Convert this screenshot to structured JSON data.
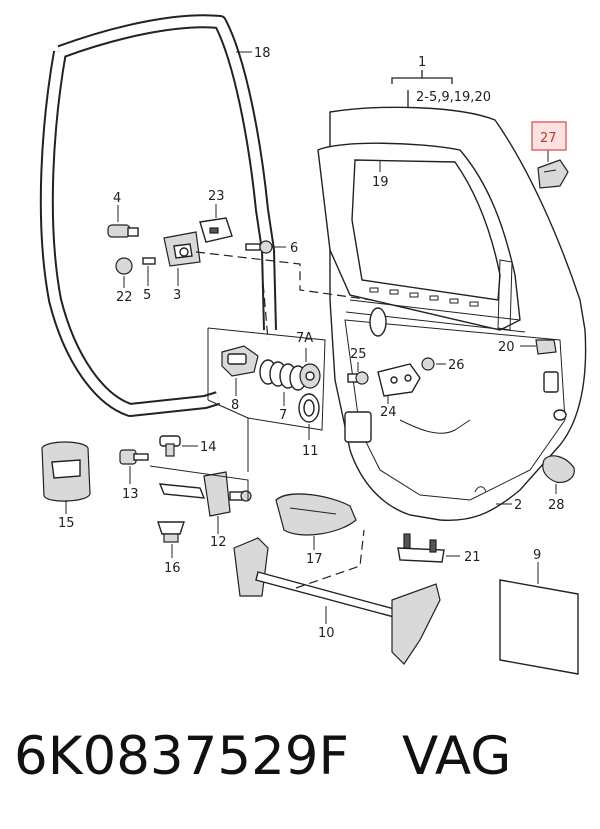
{
  "diagram": {
    "callouts": [
      {
        "id": "1",
        "text": "1"
      },
      {
        "id": "1-sub",
        "text": "2-5,9,19,20"
      },
      {
        "id": "2",
        "text": "2"
      },
      {
        "id": "3",
        "text": "3"
      },
      {
        "id": "4",
        "text": "4"
      },
      {
        "id": "5",
        "text": "5"
      },
      {
        "id": "6",
        "text": "6"
      },
      {
        "id": "7",
        "text": "7"
      },
      {
        "id": "7A",
        "text": "7A"
      },
      {
        "id": "8",
        "text": "8"
      },
      {
        "id": "9",
        "text": "9"
      },
      {
        "id": "10",
        "text": "10"
      },
      {
        "id": "11",
        "text": "11"
      },
      {
        "id": "12",
        "text": "12"
      },
      {
        "id": "13",
        "text": "13"
      },
      {
        "id": "14",
        "text": "14"
      },
      {
        "id": "15",
        "text": "15"
      },
      {
        "id": "16",
        "text": "16"
      },
      {
        "id": "17",
        "text": "17"
      },
      {
        "id": "18",
        "text": "18"
      },
      {
        "id": "19",
        "text": "19"
      },
      {
        "id": "20",
        "text": "20"
      },
      {
        "id": "21",
        "text": "21"
      },
      {
        "id": "22",
        "text": "22"
      },
      {
        "id": "23",
        "text": "23"
      },
      {
        "id": "24",
        "text": "24"
      },
      {
        "id": "25",
        "text": "25"
      },
      {
        "id": "26",
        "text": "26"
      },
      {
        "id": "27",
        "text": "27"
      },
      {
        "id": "28",
        "text": "28"
      }
    ],
    "highlight": {
      "part": "27",
      "border_color": "#e06666",
      "fill_color": "#fbe3e3",
      "text_color": "#c0392b"
    }
  },
  "footer": {
    "part_number": "6K0837529F",
    "brand": "VAG"
  }
}
